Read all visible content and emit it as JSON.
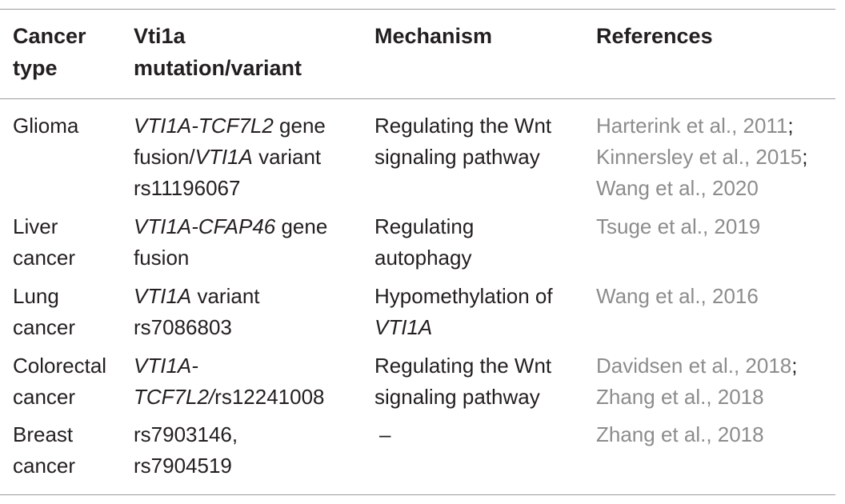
{
  "headers": {
    "cancer_type": [
      "Cancer",
      "type"
    ],
    "mutation": [
      "Vti1a",
      "mutation/variant"
    ],
    "mechanism": [
      "Mechanism"
    ],
    "references": [
      "References"
    ]
  },
  "rows": [
    {
      "cancer": [
        "Glioma"
      ],
      "mutation": [
        {
          "a": "VTI1A-TCF7L2",
          "b": " gene"
        },
        {
          "a": "fusion/",
          "b": "VTI1A",
          "c": " variant"
        },
        {
          "a": "rs11196067"
        }
      ],
      "mechanism": [
        "Regulating the Wnt",
        "signaling pathway"
      ],
      "refs": [
        {
          "text": "Harterink et al., 2011",
          "sep": ";"
        },
        {
          "text": "Kinnersley et al., 2015",
          "sep": ";"
        },
        {
          "text": "Wang et al., 2020",
          "sep": ""
        }
      ]
    },
    {
      "cancer": [
        "Liver",
        "cancer"
      ],
      "mutation": [
        {
          "a": "VTI1A-CFAP46",
          "b": " gene"
        },
        {
          "a": "fusion"
        }
      ],
      "mechanism": [
        "Regulating",
        "autophagy"
      ],
      "refs": [
        {
          "text": "Tsuge et al., 2019",
          "sep": ""
        }
      ]
    },
    {
      "cancer": [
        "Lung",
        "cancer"
      ],
      "mutation": [
        {
          "a": "VTI1A",
          "b": " variant"
        },
        {
          "a": "rs7086803"
        }
      ],
      "mechanism": [
        "Hypomethylation of",
        "VTI1A"
      ],
      "refs": [
        {
          "text": "Wang et al., 2016",
          "sep": ""
        }
      ]
    },
    {
      "cancer": [
        "Colorectal",
        "cancer"
      ],
      "mutation": [
        {
          "a": "VTI1A-"
        },
        {
          "a": "TCF7L2/",
          "b": "rs12241008"
        }
      ],
      "mechanism": [
        "Regulating the Wnt",
        "signaling pathway"
      ],
      "refs": [
        {
          "text": "Davidsen et al., 2018",
          "sep": ";"
        },
        {
          "text": "Zhang et al., 2018",
          "sep": ""
        }
      ]
    },
    {
      "cancer": [
        "Breast",
        "cancer"
      ],
      "mutation": [
        {
          "a": "rs7903146,"
        },
        {
          "a": "rs7904519"
        }
      ],
      "mechanism": [
        "–"
      ],
      "refs": [
        {
          "text": "Zhang et al., 2018",
          "sep": ""
        }
      ]
    }
  ]
}
